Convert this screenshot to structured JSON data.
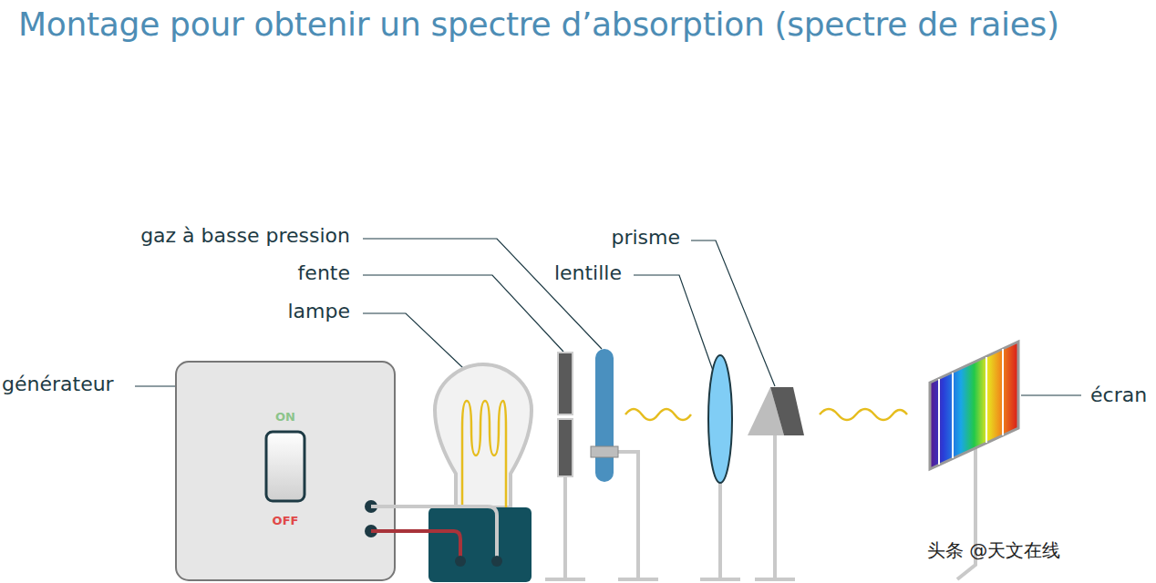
{
  "diagram": {
    "title": "Montage pour obtenir un spectre d’absorption (spectre de raies)",
    "nodes": [
      {
        "text": [
          "ON",
          "OFF"
        ]
      }
    ],
    "labels": [
      "gaz à basse pression",
      "fente",
      "lampe",
      "générateur",
      "prisme",
      "lentille",
      "écran",
      "头条 @天文在线"
    ]
  }
}
